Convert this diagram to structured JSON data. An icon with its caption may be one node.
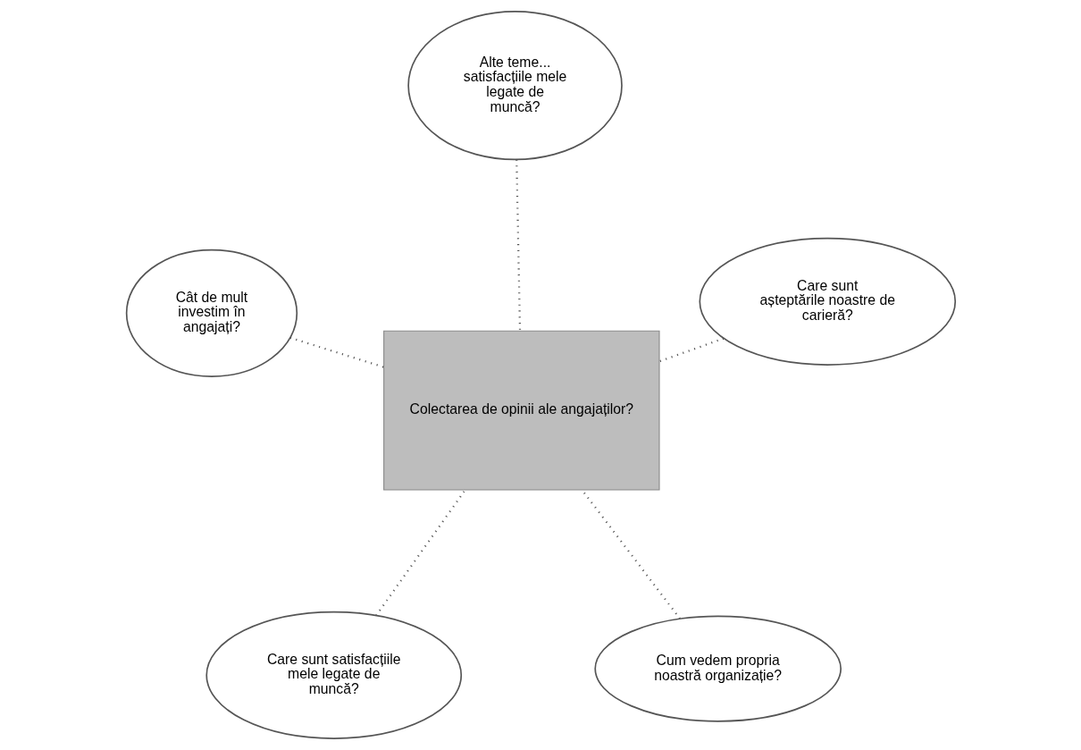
{
  "diagram": {
    "nodes": [
      {
        "text": [
          "Care sunt satisfacțiile mele legate de muncă?"
        ]
      },
      {
        "text": [
          "Cum vedem propria noastră organizație?"
        ]
      },
      {
        "text": [
          "Colectarea de opinii ale angajaților?"
        ]
      },
      {
        "text": [
          "Alte teme... satisfacțiile mele legate de muncă?"
        ]
      },
      {
        "text": [
          "Care sunt așteptările noastre de carieră?"
        ]
      },
      {
        "text": [
          "Cât de mult investim în angajați?"
        ]
      }
    ],
    "edges": [
      {
        "from": 0,
        "to": 2,
        "arrow": "none"
      },
      {
        "from": 1,
        "to": 2,
        "arrow": "none"
      },
      {
        "from": 3,
        "to": 2,
        "arrow": "none"
      },
      {
        "from": 4,
        "to": 2,
        "arrow": "none"
      },
      {
        "from": 5,
        "to": 2,
        "arrow": "none"
      }
    ]
  }
}
